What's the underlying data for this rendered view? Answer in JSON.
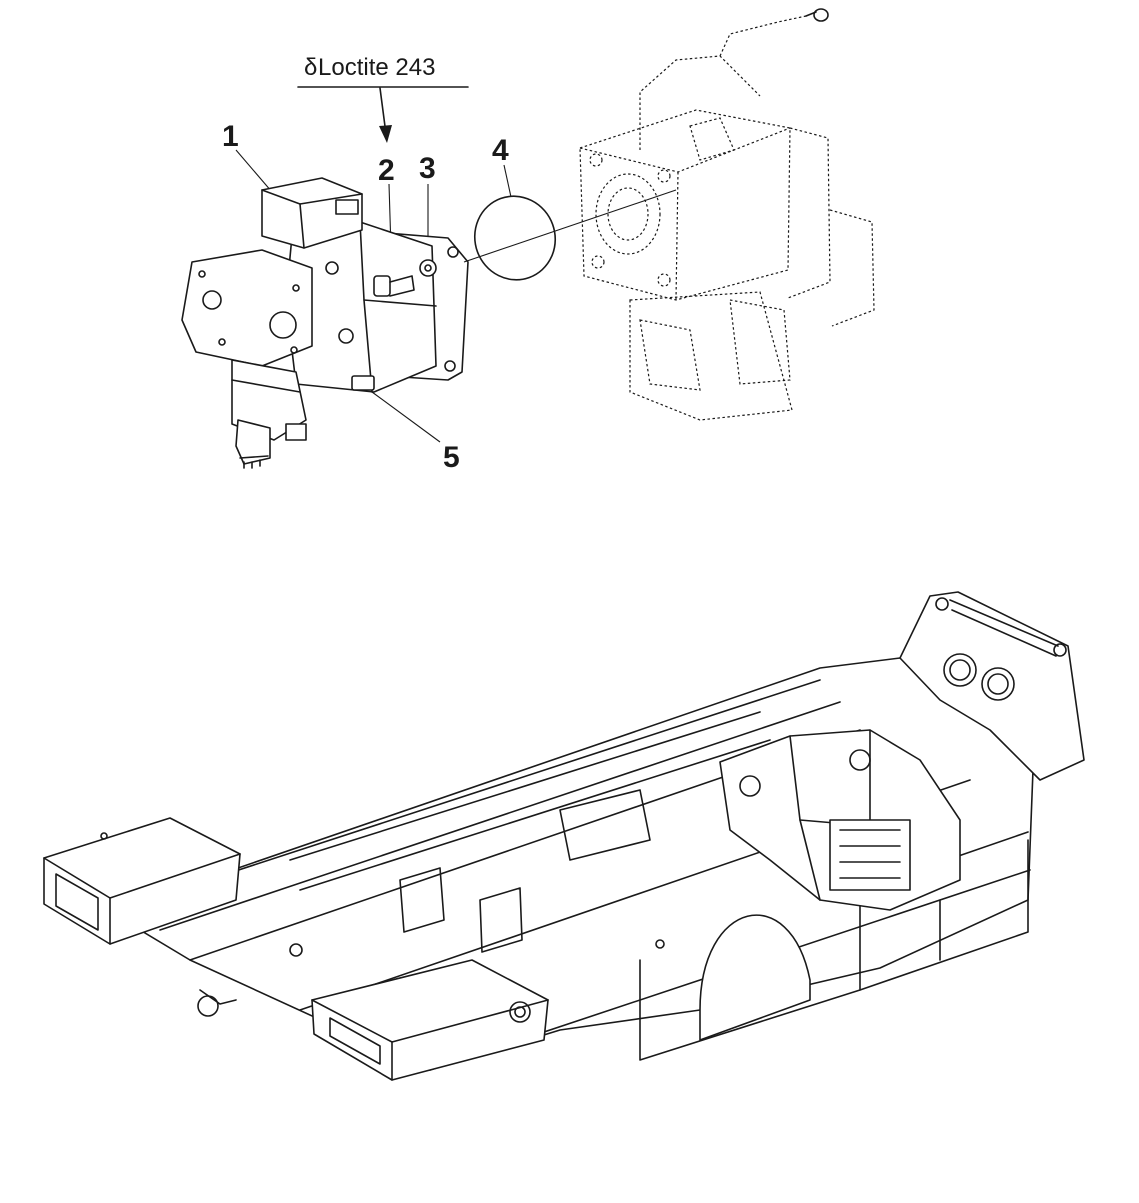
{
  "note": {
    "symbol": "δ",
    "text": "Loctite 243"
  },
  "callouts": [
    {
      "id": "1",
      "label": "1"
    },
    {
      "id": "2",
      "label": "2"
    },
    {
      "id": "3",
      "label": "3"
    },
    {
      "id": "4",
      "label": "4"
    },
    {
      "id": "5",
      "label": "5"
    }
  ],
  "components": [
    {
      "id": "hydraulic-pump",
      "callout": "1"
    },
    {
      "id": "bolt",
      "callout": "2"
    },
    {
      "id": "washer",
      "callout": "3"
    },
    {
      "id": "o-ring",
      "callout": "4"
    },
    {
      "id": "fitting",
      "callout": "5"
    },
    {
      "id": "transmission",
      "style": "dashed"
    },
    {
      "id": "machine-frame",
      "style": "solid"
    }
  ]
}
